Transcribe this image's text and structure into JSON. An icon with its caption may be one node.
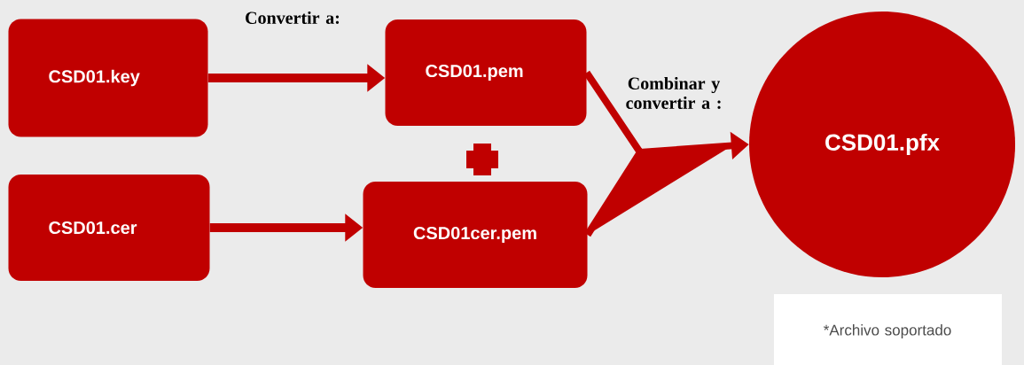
{
  "diagram": {
    "nodes": [
      {
        "text": [
          "CSD01.key"
        ]
      },
      {
        "text": [
          "CSD01.pem"
        ]
      },
      {
        "text": [
          "CSD01.cer"
        ]
      },
      {
        "text": [
          "CSD01cer.pem"
        ]
      },
      {
        "text": [
          "CSD01.pfx"
        ]
      }
    ],
    "edges": [
      {
        "from": 0,
        "to": 1,
        "arrow": "to",
        "label": "Convertir a:"
      },
      {
        "from": 2,
        "to": 3,
        "arrow": "to"
      },
      {
        "from": 1,
        "to": 4,
        "arrow": "to",
        "label": "Combinar y convertir a :"
      },
      {
        "from": 3,
        "to": 4,
        "arrow": "to"
      }
    ],
    "labels": [
      "*Archivo soportado"
    ]
  }
}
